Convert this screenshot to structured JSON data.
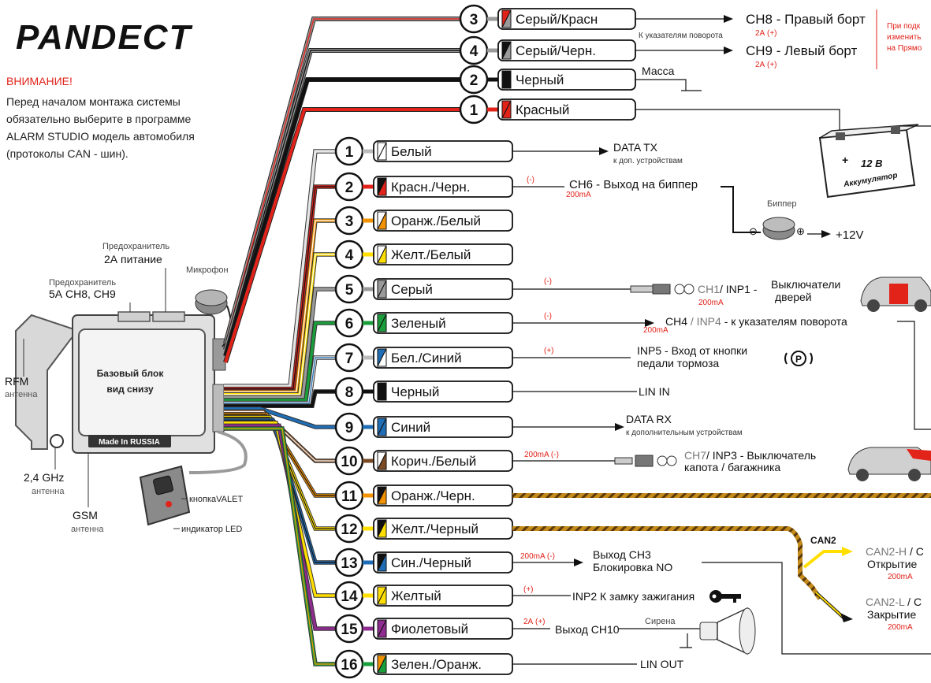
{
  "logo": "PANDECT",
  "warning": {
    "title": "ВНИМАНИЕ!",
    "line1": "Перед началом монтажа системы",
    "line2": "обязательно выберите в программе",
    "line3": "ALARM STUDIO модель автомобиля",
    "line4_a": "(протоколы CAN - шин)",
    "line4_b": "."
  },
  "unit": {
    "label1": "Базовый блок",
    "label2": "вид снизу",
    "made_in": "Made In RUSSIA",
    "fuse1_label": "Предохранитель",
    "fuse1_value": "2А питание",
    "fuse2_label": "Предохранитель",
    "fuse2_value": "5А СН8, СН9",
    "microphone": "Микрофон",
    "rfm": "RFM",
    "rfm_sub": "антенна",
    "ghz": "2,4 GHz",
    "ghz_sub": "антенна",
    "gsm": "GSM",
    "gsm_sub": "антенна",
    "valet_button": "кнопкаVALET",
    "led": "индикатор LED"
  },
  "top_wires": [
    {
      "num": "3",
      "name": "Серый/Красн",
      "c1": "#9a9a9a",
      "c2": "#e2231a",
      "dest": "CH8 - Правый борт",
      "sub": "К указателям поворота",
      "rating": "2А (+)"
    },
    {
      "num": "4",
      "name": "Серый/Черн.",
      "c1": "#9a9a9a",
      "c2": "#111111",
      "dest": "CH9 - Левый борт",
      "rating": "2А (+)"
    },
    {
      "num": "2",
      "name": "Черный",
      "c1": "#111111",
      "c2": "#111111",
      "dest": "Масса"
    },
    {
      "num": "1",
      "name": "Красный",
      "c1": "#e2231a",
      "c2": "#e2231a"
    }
  ],
  "battery": {
    "voltage": "12 В",
    "name": "Аккумулятор"
  },
  "side_note": {
    "l1": "При подк",
    "l2": "изменить",
    "l3": "на Прямо"
  },
  "main_wires": [
    {
      "num": "1",
      "name": "Белый",
      "c1": "#ffffff",
      "c2": "#ffffff",
      "rating": "",
      "dest1": "DATA TX",
      "dest2": "к доп. устройствам"
    },
    {
      "num": "2",
      "name": "Красн./Черн.",
      "c1": "#e2231a",
      "c2": "#111111",
      "rating": "(-)",
      "rating2": "200mA",
      "dest1": "CH6 - Выход на биппер",
      "dest2": ""
    },
    {
      "num": "3",
      "name": "Оранж./Белый",
      "c1": "#f39200",
      "c2": "#ffffff",
      "rating": "",
      "dest1": "",
      "dest2": ""
    },
    {
      "num": "4",
      "name": "Желт./Белый",
      "c1": "#ffde00",
      "c2": "#ffffff",
      "rating": "",
      "dest1": "",
      "dest2": ""
    },
    {
      "num": "5",
      "name": "Серый",
      "c1": "#9a9a9a",
      "c2": "#9a9a9a",
      "rating": "(-)",
      "rating2": "200mA",
      "dest1": "Выключатели",
      "dest2": "дверей"
    },
    {
      "num": "6",
      "name": "Зеленый",
      "c1": "#1a9d3b",
      "c2": "#1a9d3b",
      "rating": "(-)",
      "rating2": "200mA",
      "dest1": "",
      "dest2": ""
    },
    {
      "num": "7",
      "name": "Бел./Синий",
      "c1": "#ffffff",
      "c2": "#1f6db5",
      "rating": "(+)",
      "dest1": "INP5 - Вход от кнопки",
      "dest2": "педали тормоза"
    },
    {
      "num": "8",
      "name": "Черный",
      "c1": "#111111",
      "c2": "#111111",
      "rating": "",
      "dest1": "LIN IN",
      "dest2": ""
    },
    {
      "num": "9",
      "name": "Синий",
      "c1": "#1f6db5",
      "c2": "#1f6db5",
      "rating": "",
      "dest1": "DATA RX",
      "dest2": "к дополнительным устройствам"
    },
    {
      "num": "10",
      "name": "Корич./Белый",
      "c1": "#7a4a24",
      "c2": "#ffffff",
      "rating": "200mA (-)",
      "dest1": "",
      "dest2": "капота / багажника"
    },
    {
      "num": "11",
      "name": "Оранж./Черн.",
      "c1": "#f39200",
      "c2": "#111111",
      "rating": "",
      "dest1": "",
      "dest2": ""
    },
    {
      "num": "12",
      "name": "Желт./Черный",
      "c1": "#ffde00",
      "c2": "#111111",
      "rating": "",
      "dest1": "",
      "dest2": ""
    },
    {
      "num": "13",
      "name": "Син./Черный",
      "c1": "#1f6db5",
      "c2": "#111111",
      "rating": "200mA (-)",
      "dest1": "Выход CH3",
      "dest2": "Блокировка NO"
    },
    {
      "num": "14",
      "name": "Желтый",
      "c1": "#ffde00",
      "c2": "#ffde00",
      "rating": "(+)",
      "dest1": "INP2  К замку зажигания",
      "dest2": ""
    },
    {
      "num": "15",
      "name": "Фиолетовый",
      "c1": "#8e2c8f",
      "c2": "#8e2c8f",
      "rating": "2А (+)",
      "dest1": "Выход CH10",
      "dest2": ""
    },
    {
      "num": "16",
      "name": "Зелен./Оранж.",
      "c1": "#1a9d3b",
      "c2": "#f39200",
      "rating": "",
      "dest1": "LIN OUT",
      "dest2": ""
    }
  ],
  "rich_labels": {
    "ch1_a": "CH1",
    "ch1_b": "/ INP1 -",
    "ch4_a": "CH4",
    "ch4_b": " / INP4",
    "ch4_c": " - к указателям поворота",
    "ch7_a": "CH7",
    "ch7_b": "/ INP3 - Выключатель"
  },
  "beeper": {
    "label": "Биппер",
    "minus": "⊖",
    "plus": "⊕",
    "power": "+12V"
  },
  "siren": "Сирена",
  "can": {
    "title": "CAN2",
    "h_a": "CAN2-H",
    "h_b": " / C",
    "h_sub": "Открытие",
    "h_rating": "200mA",
    "l_a": "CAN2-L",
    "l_b": " / C",
    "l_sub": "Закрытие",
    "l_rating": "200mA"
  },
  "colors": {
    "accent_red": "#e2231a",
    "line": "#111111"
  }
}
